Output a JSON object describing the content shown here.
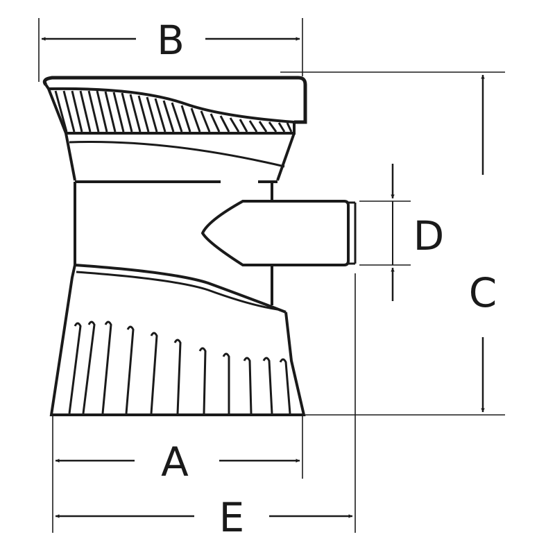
{
  "dimensions": {
    "a": {
      "label": "A"
    },
    "b": {
      "label": "B"
    },
    "c": {
      "label": "C"
    },
    "d": {
      "label": "D"
    },
    "e": {
      "label": "E"
    }
  },
  "colors": {
    "ink": "#1a1a1a",
    "background": "#ffffff"
  }
}
